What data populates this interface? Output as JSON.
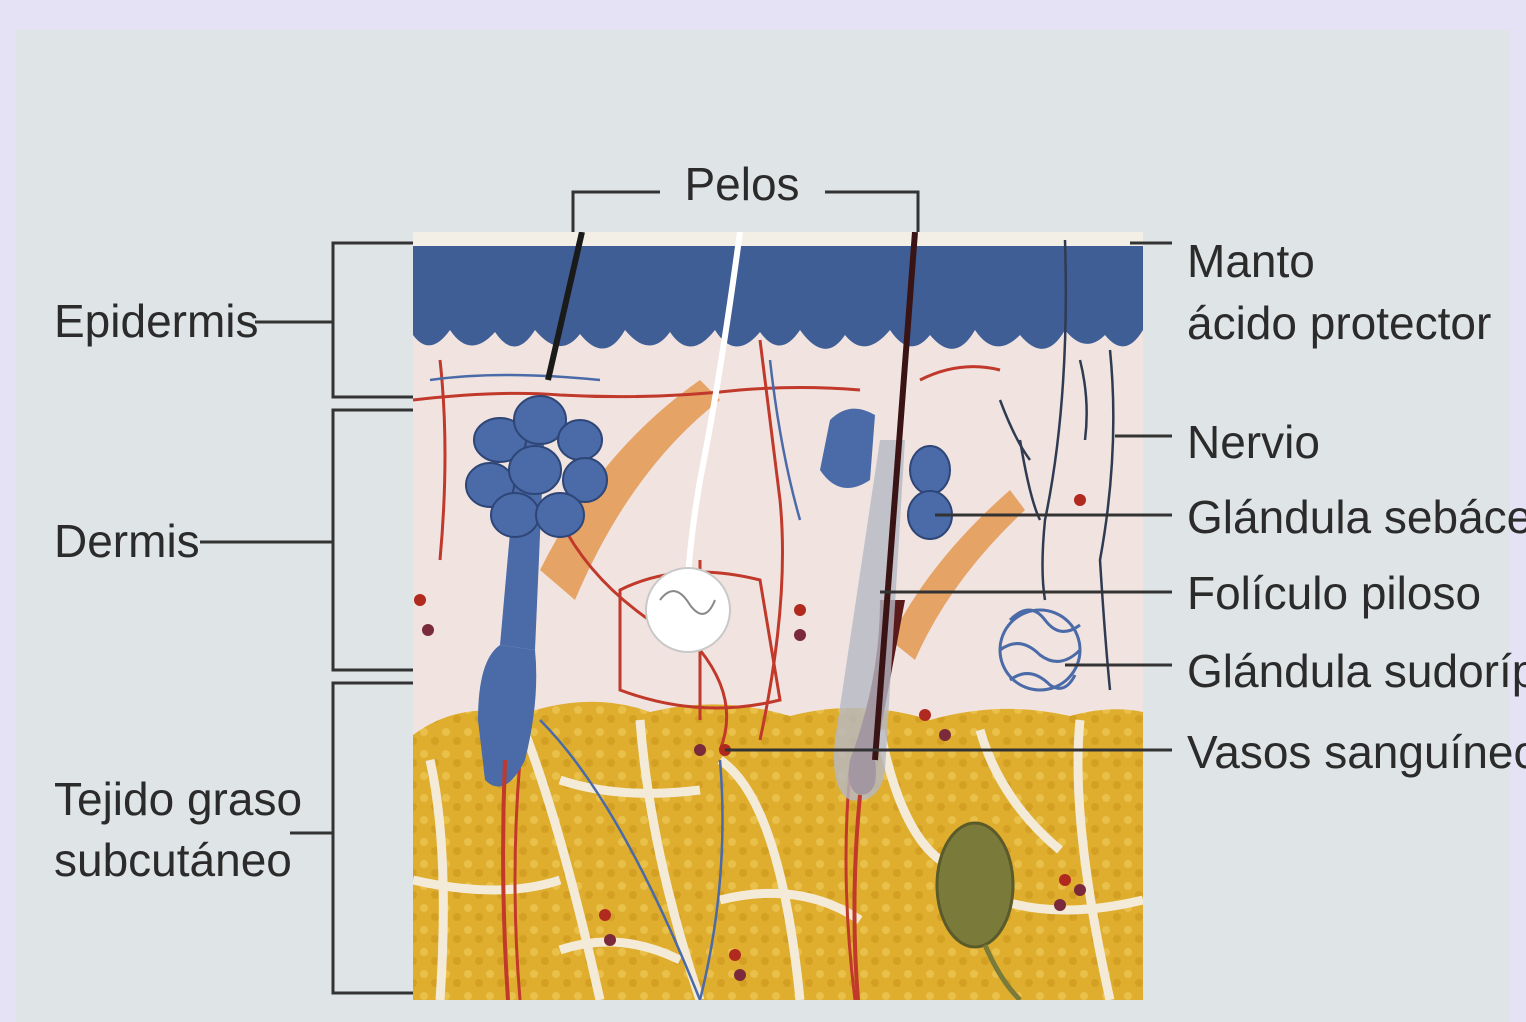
{
  "labels": {
    "pelos": "Pelos",
    "epidermis": "Epidermis",
    "dermis": "Dermis",
    "tejido_line1": "Tejido graso",
    "tejido_line2": "subcutáneo",
    "manto_line1": "Manto",
    "manto_line2": "ácido protector",
    "nervio": "Nervio",
    "glandula_sebacea": "Glándula sebácea",
    "foliculo_piloso": "Folículo piloso",
    "glandula_sudoripara": "Glándula sudorípara",
    "vasos_sanguineos": "Vasos sanguíneos"
  },
  "colors": {
    "page_background": "#dfe4e6",
    "corner_shading": "#e4e2f4",
    "epidermis": "#3f5e95",
    "dermis": "#f1e4e0",
    "fat": "#dfae2e",
    "gland_blue": "#4a6aa8",
    "vessel_red": "#c0392b",
    "muscle_orange": "#e6a366",
    "label_line": "#333333"
  }
}
